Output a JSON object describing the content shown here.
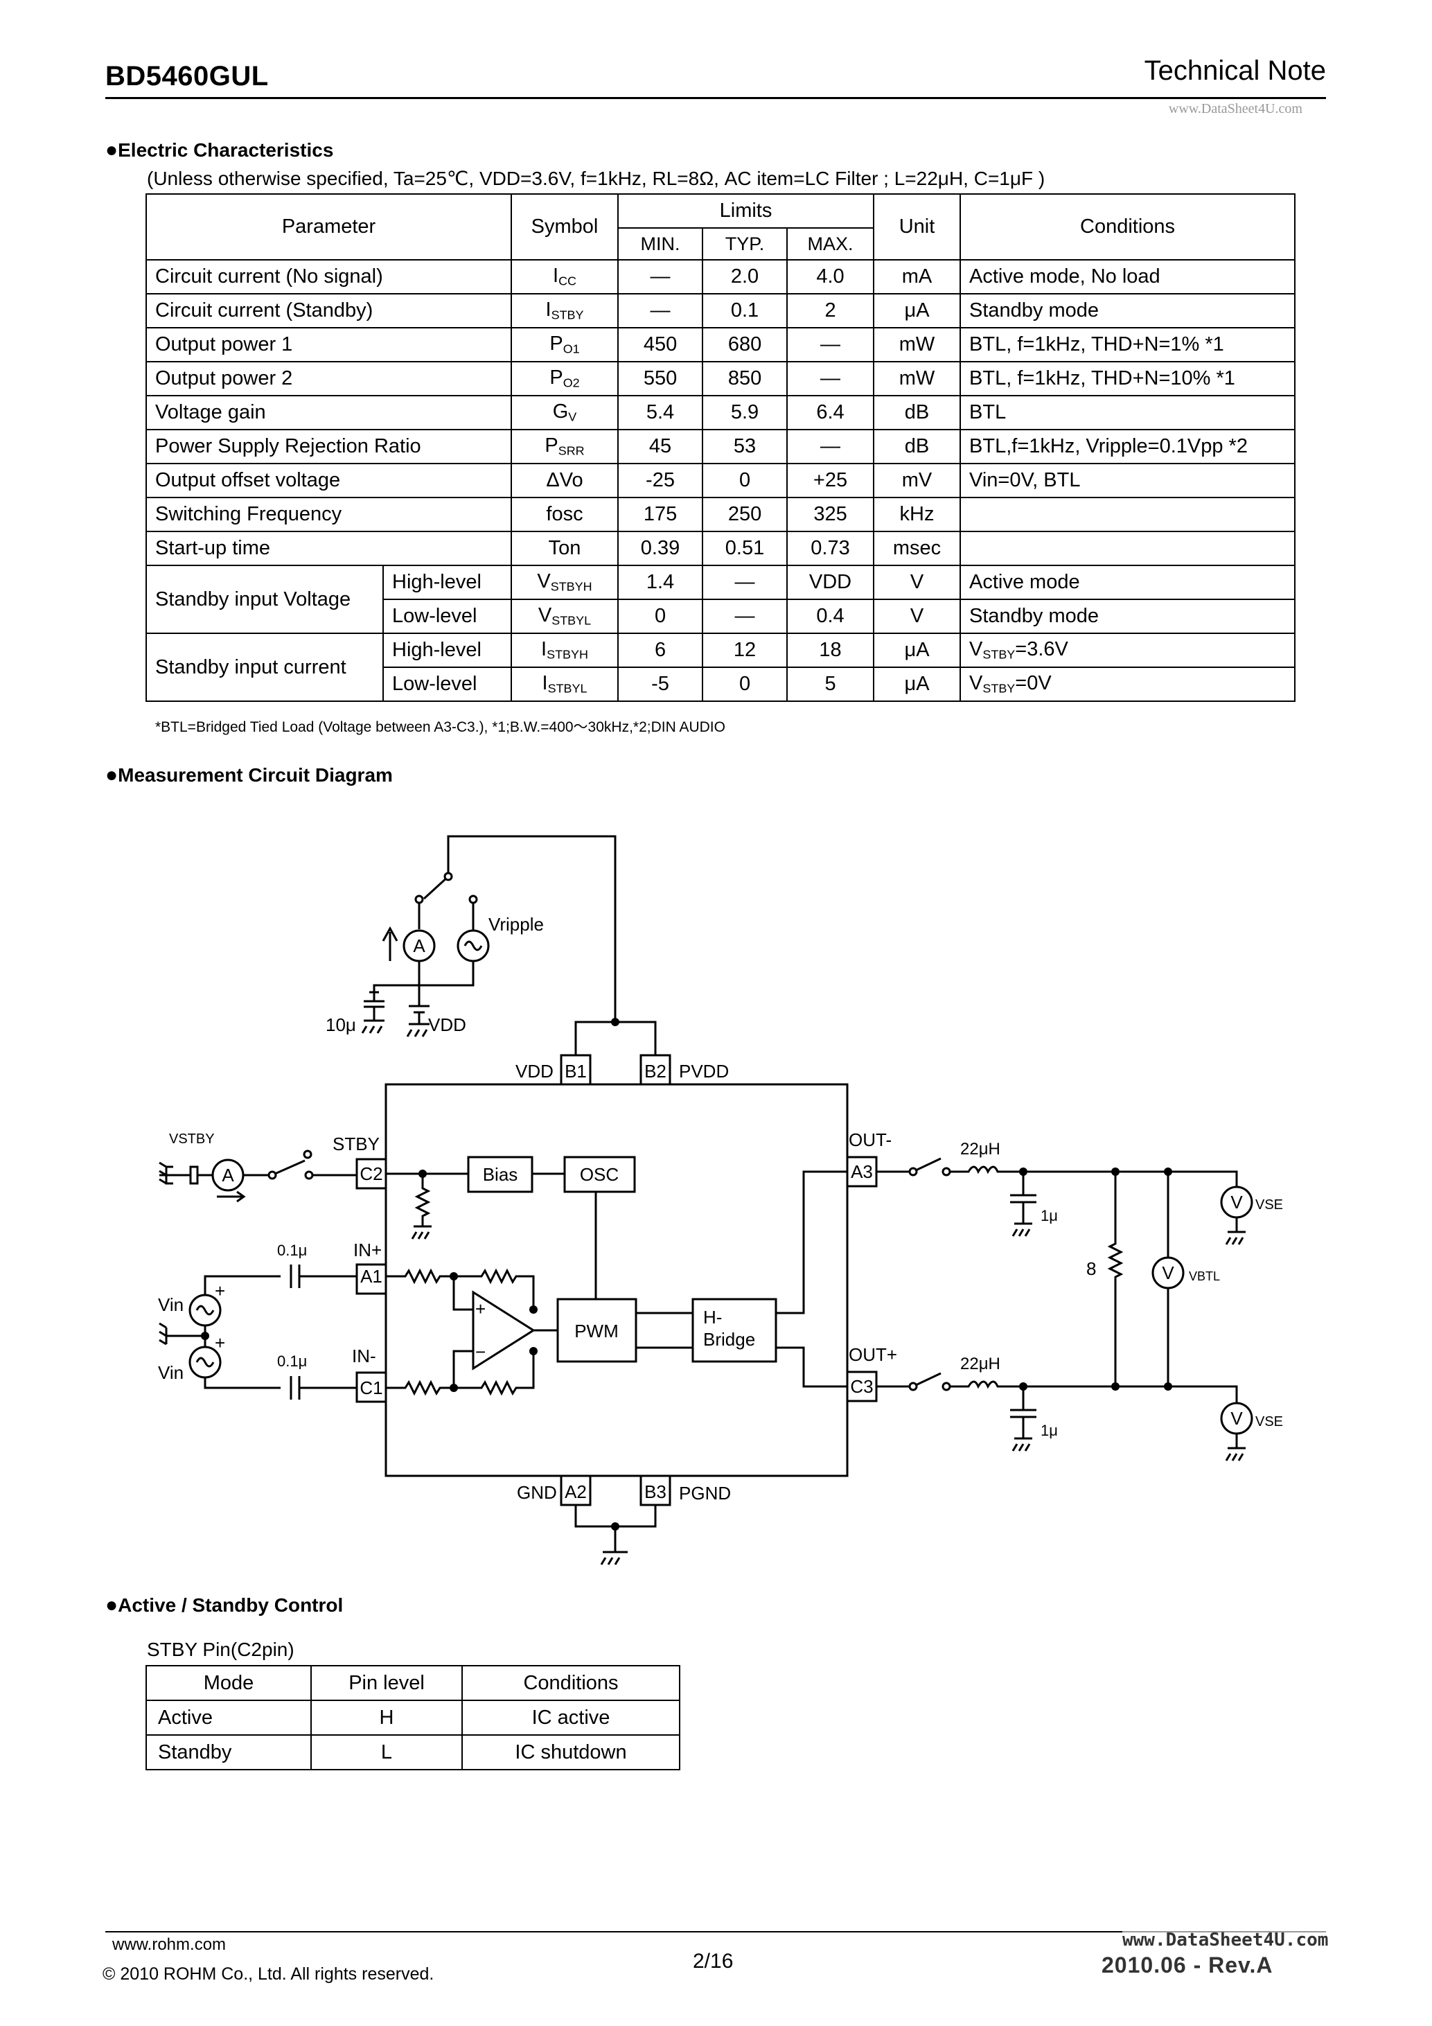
{
  "header": {
    "part_number": "BD5460GUL",
    "doc_type": "Technical Note",
    "watermark": "www.DataSheet4U.com"
  },
  "electric": {
    "title": "Electric Characteristics",
    "condition_note": "(Unless otherwise specified, Ta=25℃, VDD=3.6V, f=1kHz, RL=8Ω, AC item=LC Filter ; L=22μH, C=1μF )",
    "headers": {
      "parameter": "Parameter",
      "symbol": "Symbol",
      "limits": "Limits",
      "min": "MIN.",
      "typ": "TYP.",
      "max": "MAX.",
      "unit": "Unit",
      "conditions": "Conditions"
    },
    "rows": [
      {
        "parameter": "Circuit current (No signal)",
        "sym": "I",
        "sub": "CC",
        "min": "—",
        "typ": "2.0",
        "max": "4.0",
        "unit": "mA",
        "cond": "Active mode, No load"
      },
      {
        "parameter": "Circuit current (Standby)",
        "sym": "I",
        "sub": "STBY",
        "min": "—",
        "typ": "0.1",
        "max": "2",
        "unit": "μA",
        "cond": "Standby mode"
      },
      {
        "parameter": "Output power 1",
        "sym": "P",
        "sub": "O1",
        "min": "450",
        "typ": "680",
        "max": "—",
        "unit": "mW",
        "cond": "BTL, f=1kHz, THD+N=1% *1"
      },
      {
        "parameter": "Output power 2",
        "sym": "P",
        "sub": "O2",
        "min": "550",
        "typ": "850",
        "max": "—",
        "unit": "mW",
        "cond": "BTL, f=1kHz, THD+N=10% *1"
      },
      {
        "parameter": "Voltage gain",
        "sym": "G",
        "sub": "V",
        "min": "5.4",
        "typ": "5.9",
        "max": "6.4",
        "unit": "dB",
        "cond": "BTL"
      },
      {
        "parameter": "Power Supply Rejection Ratio",
        "sym": "P",
        "sub": "SRR",
        "min": "45",
        "typ": "53",
        "max": "—",
        "unit": "dB",
        "cond": "BTL,f=1kHz, Vripple=0.1Vpp *2"
      },
      {
        "parameter": "Output offset voltage",
        "sym": "ΔVo",
        "sub": "",
        "min": "-25",
        "typ": "0",
        "max": "+25",
        "unit": "mV",
        "cond": "Vin=0V, BTL"
      },
      {
        "parameter": "Switching Frequency",
        "sym": "fosc",
        "sub": "",
        "min": "175",
        "typ": "250",
        "max": "325",
        "unit": "kHz",
        "cond": ""
      },
      {
        "parameter": "Start-up time",
        "sym": "Ton",
        "sub": "",
        "min": "0.39",
        "typ": "0.51",
        "max": "0.73",
        "unit": "msec",
        "cond": ""
      }
    ],
    "group_rows": [
      {
        "parameter": "Standby input Voltage",
        "subrows": [
          {
            "level": "High-level",
            "sym": "V",
            "sub": "STBYH",
            "min": "1.4",
            "typ": "—",
            "max": "VDD",
            "unit": "V",
            "cond": "Active mode",
            "cond_sub": "",
            "cond_tail": ""
          },
          {
            "level": "Low-level",
            "sym": "V",
            "sub": "STBYL",
            "min": "0",
            "typ": "—",
            "max": "0.4",
            "unit": "V",
            "cond": "Standby mode",
            "cond_sub": "",
            "cond_tail": ""
          }
        ]
      },
      {
        "parameter": "Standby input current",
        "subrows": [
          {
            "level": "High-level",
            "sym": "I",
            "sub": "STBYH",
            "min": "6",
            "typ": "12",
            "max": "18",
            "unit": "μA",
            "cond": "V",
            "cond_sub": "STBY",
            "cond_tail": "=3.6V"
          },
          {
            "level": "Low-level",
            "sym": "I",
            "sub": "STBYL",
            "min": "-5",
            "typ": "0",
            "max": "5",
            "unit": "μA",
            "cond": "V",
            "cond_sub": "STBY",
            "cond_tail": "=0V"
          }
        ]
      }
    ],
    "footnote": "*BTL=Bridged Tied Load (Voltage between A3-C3.), *1;B.W.=400～30kHz,*2;DIN AUDIO"
  },
  "circuit": {
    "title": "Measurement Circuit Diagram",
    "labels": {
      "vripple": "Vripple",
      "ammeter": "A",
      "cap_10u": "10μ",
      "vdd_src": "VDD",
      "pin_vdd": "VDD",
      "pin_b1": "B1",
      "pin_b2": "B2",
      "pin_pvdd": "PVDD",
      "vstby": "VSTBY",
      "stby": "STBY",
      "pin_c2": "C2",
      "bias": "Bias",
      "osc": "OSC",
      "cap_01u_1": "0.1μ",
      "in_plus": "IN+",
      "pin_a1": "A1",
      "vin1": "Vin",
      "vin2": "Vin",
      "plus1": "+",
      "plus2": "+",
      "cap_01u_2": "0.1μ",
      "in_minus": "IN-",
      "pin_c1": "C1",
      "opamp_plus": "+",
      "opamp_minus": "−",
      "pwm": "PWM",
      "hbridge_1": "H-",
      "hbridge_2": "Bridge",
      "out_minus": "OUT-",
      "pin_a3": "A3",
      "out_plus": "OUT+",
      "pin_c3": "C3",
      "ind_1": "22μH",
      "ind_2": "22μH",
      "cap_1u_1": "1μ",
      "cap_1u_2": "1μ",
      "res_8": "8",
      "volt": "V",
      "vse1": "VSE",
      "vse2": "VSE",
      "vbtl": "VBTL",
      "pin_gnd": "GND",
      "pin_a2": "A2",
      "pin_b3": "B3",
      "pin_pgnd": "PGND"
    }
  },
  "standby": {
    "title": "Active / Standby Control",
    "caption": "STBY Pin(C2pin)",
    "headers": [
      "Mode",
      "Pin level",
      "Conditions"
    ],
    "rows": [
      [
        "Active",
        "H",
        "IC active"
      ],
      [
        "Standby",
        "L",
        "IC shutdown"
      ]
    ]
  },
  "footer": {
    "url": "www.rohm.com",
    "copyright": "© 2010 ROHM Co., Ltd. All rights reserved.",
    "page": "2/16",
    "revision": "2010.06 - Rev.A",
    "watermark": "www.DataSheet4U.com"
  }
}
